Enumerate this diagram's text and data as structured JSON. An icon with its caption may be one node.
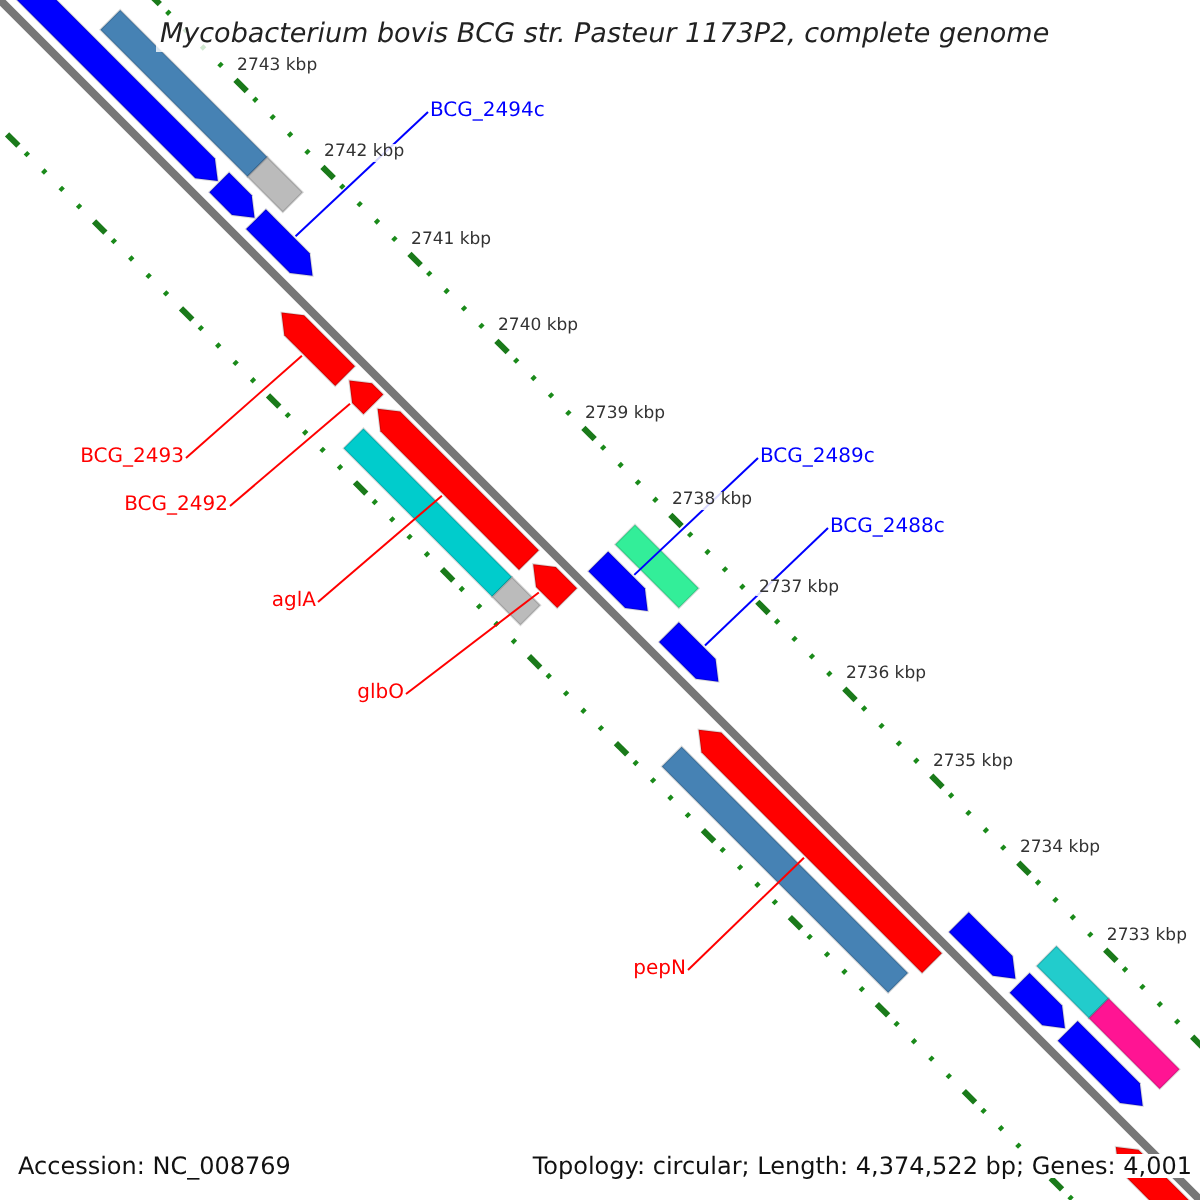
{
  "diagram": {
    "title": "Mycobacterium bovis BCG str. Pasteur 1173P2, complete genome",
    "nodes": [
      {
        "text": [
          "BCG_2494c"
        ]
      },
      {
        "text": [
          "BCG_2493"
        ]
      },
      {
        "text": [
          "BCG_2492"
        ]
      },
      {
        "text": [
          "BCG_2489c"
        ]
      },
      {
        "text": [
          "aglA"
        ]
      },
      {
        "text": [
          "BCG_2488c"
        ]
      },
      {
        "text": [
          "glbO"
        ]
      },
      {
        "text": [
          "pepN"
        ]
      },
      {
        "text": [],
        "shape": "bar"
      },
      {
        "text": [],
        "shape": "arrow"
      },
      {
        "text": [],
        "shape": "bar"
      },
      {
        "text": [],
        "shape": "arrow"
      },
      {
        "text": [],
        "shape": "arrow"
      },
      {
        "text": [],
        "shape": "arrow"
      },
      {
        "text": [],
        "shape": "arrow"
      },
      {
        "text": [],
        "shape": "arrow"
      },
      {
        "text": [],
        "shape": "bar"
      },
      {
        "text": [],
        "shape": "bar"
      },
      {
        "text": [],
        "shape": "arrow"
      },
      {
        "text": [],
        "shape": "arrow"
      },
      {
        "text": [],
        "shape": "bar"
      },
      {
        "text": [],
        "shape": "arrow"
      },
      {
        "text": [],
        "shape": "arrow"
      },
      {
        "text": [],
        "shape": "bar"
      },
      {
        "text": [],
        "shape": "arrow"
      },
      {
        "text": [],
        "shape": "bar"
      },
      {
        "text": [],
        "shape": "arrow"
      },
      {
        "text": [],
        "shape": "bar"
      },
      {
        "text": [],
        "shape": "arrow"
      },
      {
        "text": [],
        "shape": "arrow"
      }
    ],
    "edges": [
      {
        "from": 0,
        "to": 12,
        "arrow": "none",
        "color": "#0000ff"
      },
      {
        "from": 1,
        "to": 13,
        "arrow": "none",
        "color": "#ff0000"
      },
      {
        "from": 2,
        "to": 14,
        "arrow": "none",
        "color": "#ff0000"
      },
      {
        "from": 3,
        "to": 19,
        "arrow": "none",
        "color": "#0000ff"
      },
      {
        "from": 4,
        "to": 15,
        "arrow": "none",
        "color": "#ff0000"
      },
      {
        "from": 5,
        "to": 21,
        "arrow": "none",
        "color": "#0000ff"
      },
      {
        "from": 6,
        "to": 18,
        "arrow": "none",
        "color": "#ff0000"
      },
      {
        "from": 7,
        "to": 22,
        "arrow": "none",
        "color": "#ff0000"
      }
    ],
    "labels": [
      "2743 kbp",
      "2742 kbp",
      "2741 kbp",
      "2740 kbp",
      "2739 kbp",
      "2738 kbp",
      "2737 kbp",
      "2736 kbp",
      "2735 kbp",
      "2734 kbp",
      "2733 kbp",
      "Accession: NC_008769",
      "Topology: circular; Length: 4,374,522 bp; Genes: 4,001"
    ]
  }
}
